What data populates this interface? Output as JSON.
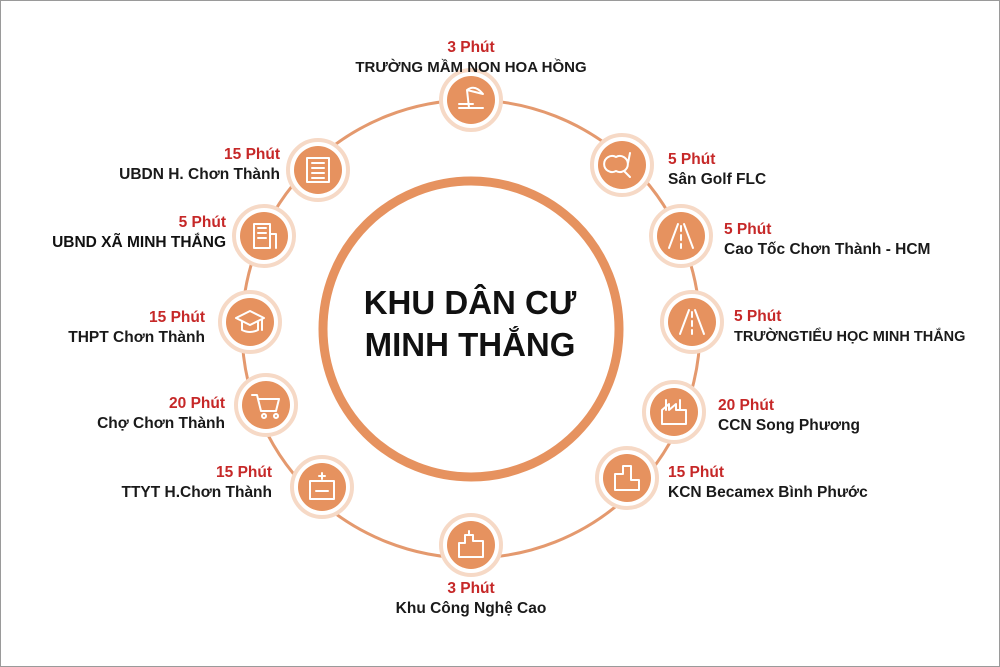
{
  "title": "KHU DÂN CƯ MINH THẮNG",
  "colors": {
    "ring": "#e4996e",
    "icon_fill": "#e6925f",
    "icon_ring": "#f6d9c6",
    "time": "#c62828",
    "text": "#1a1a1a"
  },
  "locations": [
    {
      "time": "3 Phút",
      "name": "TRƯỜNG MẦM NON HOA HỒNG",
      "icon": "beach-umbrella-icon"
    },
    {
      "time": "5 Phút",
      "name": "Sân Golf FLC",
      "icon": "golf-ball-icon"
    },
    {
      "time": "5 Phút",
      "name": "Cao Tốc Chơn Thành - HCM",
      "icon": "highway-road-icon"
    },
    {
      "time": "5 Phút",
      "name": "TRƯỜNGTIỂU HỌC MINH THẮNG",
      "icon": "road-icon"
    },
    {
      "time": "20 Phút",
      "name": "CCN Song Phương",
      "icon": "factory-icon"
    },
    {
      "time": "15 Phút",
      "name": "KCN Becamex Bình Phước",
      "icon": "industrial-icon"
    },
    {
      "time": "3 Phút",
      "name": "Khu Công Nghệ Cao",
      "icon": "tech-city-icon"
    },
    {
      "time": "15 Phút",
      "name": "TTYT H.Chơn Thành",
      "icon": "hospital-icon"
    },
    {
      "time": "20 Phút",
      "name": "Chợ Chơn Thành",
      "icon": "shopping-cart-icon"
    },
    {
      "time": "15 Phút",
      "name": "THPT Chơn Thành",
      "icon": "graduation-cap-icon"
    },
    {
      "time": "5 Phút",
      "name": "UBND XÃ MINH THẮNG",
      "icon": "office-building-icon"
    },
    {
      "time": "15 Phút",
      "name": "UBDN H. Chơn Thành",
      "icon": "tower-building-icon"
    }
  ]
}
